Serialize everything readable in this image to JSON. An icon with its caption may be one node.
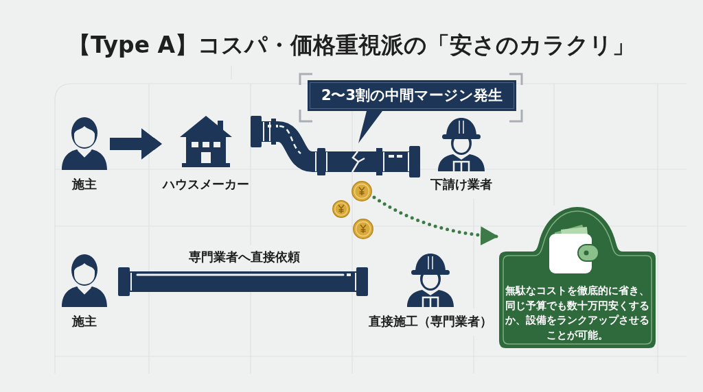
{
  "diagram": {
    "title": "【Type A】コスパ・価格重視派の「安さのカラクリ」",
    "nodes": [
      {
        "text": [
          "2〜3割の中間マージン発生"
        ]
      },
      {
        "text": [
          "施主"
        ]
      },
      {
        "text": [
          "ハウスメーカー"
        ]
      },
      {
        "text": [
          "下請け業者"
        ]
      },
      {
        "text": [],
        "shape": "picture"
      },
      {
        "text": [
          "無駄なコストを徹底的に省き、同じ予算でも数十万円安くするか、設備をランクアップさせることが可能。"
        ]
      },
      {
        "text": [
          "施主"
        ]
      },
      {
        "text": [
          "直接施工（専門業者）"
        ]
      }
    ],
    "edges": [
      {
        "from": 1,
        "to": 2,
        "arrow": "to"
      },
      {
        "from": 2,
        "to": 3,
        "arrow": "other"
      },
      {
        "from": 6,
        "to": 7,
        "arrow": "other",
        "label": "専門業者へ直接依頼"
      },
      {
        "from": 4,
        "to": 5,
        "arrow": "to",
        "style": "dashed",
        "color": "#3d7a47"
      }
    ]
  }
}
